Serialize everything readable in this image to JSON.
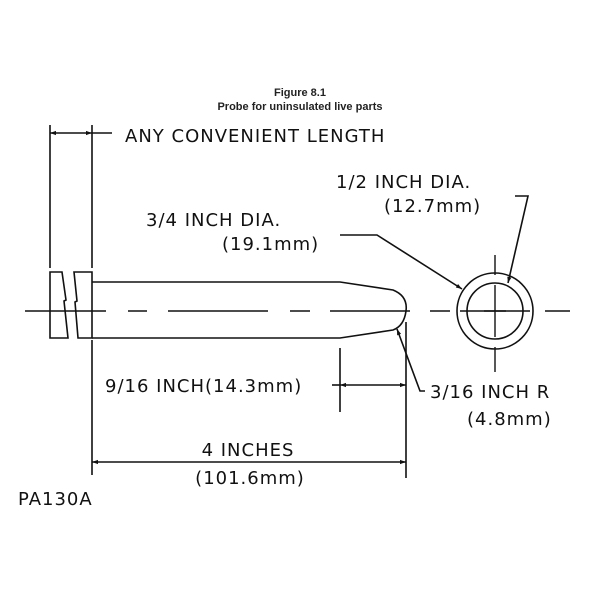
{
  "figure": {
    "title": "Figure 8.1",
    "subtitle": "Probe for uninsulated live parts"
  },
  "labels": {
    "any_length": "ANY CONVENIENT LENGTH",
    "outer_dia": "1/2 INCH DIA.",
    "outer_dia_mm": "(12.7mm)",
    "body_dia": "3/4 INCH DIA.",
    "body_dia_mm": "(19.1mm)",
    "taper_len": "9/16 INCH(14.3mm)",
    "tip_radius": "3/16 INCH R",
    "tip_radius_mm": "(4.8mm)",
    "length": "4 INCHES",
    "length_mm": "(101.6mm)",
    "part_no": "PA130A"
  }
}
